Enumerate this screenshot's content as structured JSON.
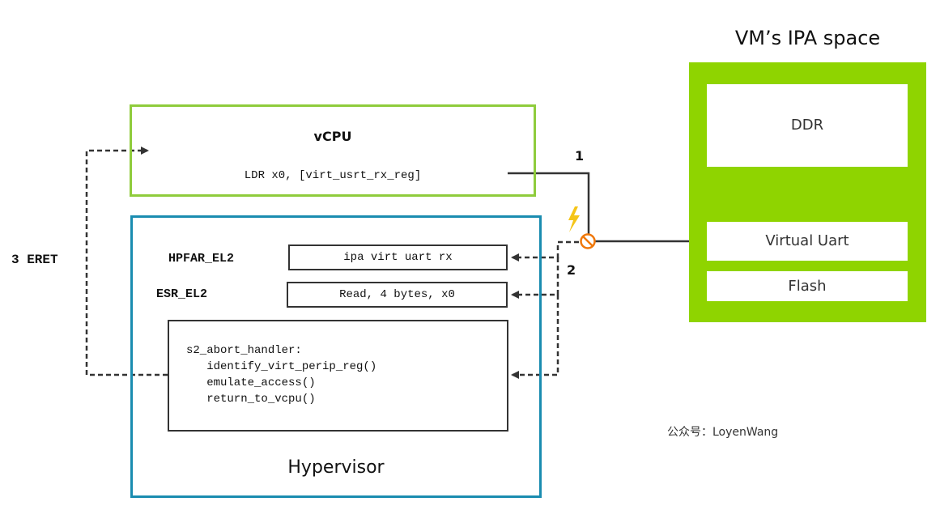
{
  "vcpu": {
    "title": "vCPU",
    "instruction": "LDR x0, [virt_usrt_rx_reg]"
  },
  "hypervisor": {
    "label": "Hypervisor",
    "registers": [
      {
        "name": "HPFAR_EL2",
        "value": "ipa virt uart rx"
      },
      {
        "name": "ESR_EL2",
        "value": "Read, 4 bytes, x0"
      }
    ],
    "handler": {
      "lines": [
        "s2_abort_handler:",
        "   identify_virt_perip_reg()",
        "   emulate_access()",
        "   return_to_vcpu()"
      ]
    }
  },
  "ipa_space": {
    "title": "VM’s IPA space",
    "regions": [
      "DDR",
      "Virtual Uart",
      "Flash"
    ]
  },
  "steps": {
    "step1": "1",
    "step2": "2",
    "step3": "3 ERET"
  },
  "watermark": "公众号：LoyenWang",
  "colors": {
    "vcpu_border": "#8fcc3c",
    "hypervisor_border": "#1a8cb0",
    "ipa_panel": "#8fd400",
    "fault_marker": "#f0780a",
    "lightning": "#f5c518",
    "wire": "#333333"
  }
}
